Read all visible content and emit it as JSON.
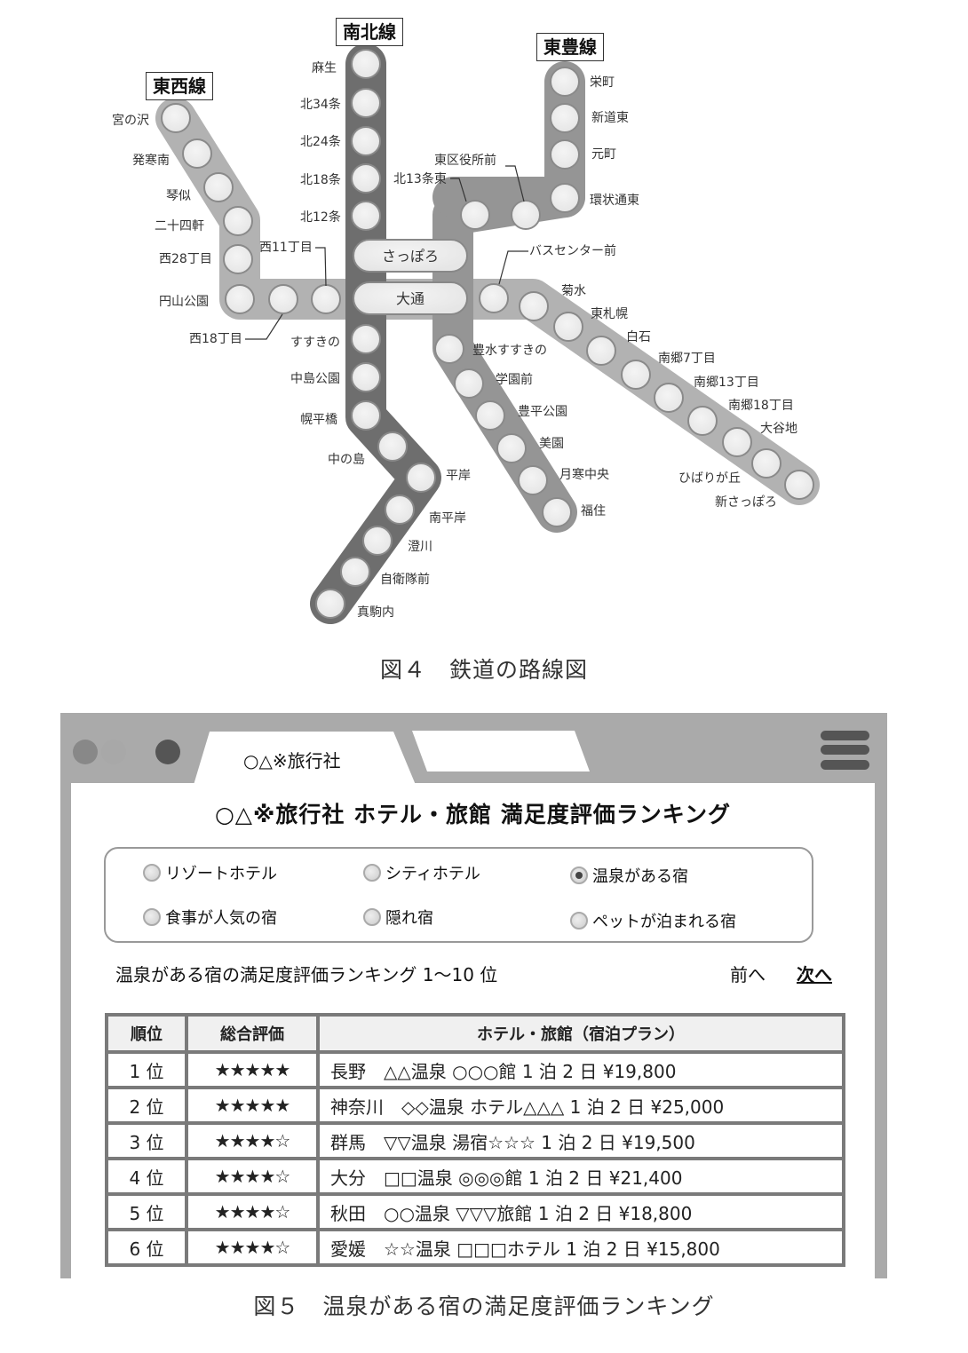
{
  "figure4": {
    "caption": "図４　鉄道の路線図",
    "lines": [
      {
        "name": "南北線",
        "color": "#6e6e6e",
        "stations": [
          "麻生",
          "北34条",
          "北24条",
          "北18条",
          "北12条",
          "さっぽろ",
          "大通",
          "すすきの",
          "中島公園",
          "幌平橋",
          "中の島",
          "平岸",
          "南平岸",
          "澄川",
          "自衛隊前",
          "真駒内"
        ]
      },
      {
        "name": "東西線",
        "color": "#b0b0b0",
        "stations": [
          "宮の沢",
          "発寒南",
          "琴似",
          "二十四軒",
          "西28丁目",
          "円山公園",
          "西18丁目",
          "西11丁目",
          "大通",
          "バスセンター前",
          "菊水",
          "東札幌",
          "白石",
          "南郷7丁目",
          "南郷13丁目",
          "南郷18丁目",
          "大谷地",
          "ひばりが丘",
          "新さっぽろ"
        ]
      },
      {
        "name": "東豊線",
        "color": "#959595",
        "stations": [
          "栄町",
          "新道東",
          "元町",
          "環状通東",
          "東区役所前",
          "北13条東",
          "さっぽろ",
          "大通",
          "豊水すすきの",
          "学園前",
          "豊平公園",
          "美園",
          "月寒中央",
          "福住"
        ]
      }
    ],
    "hubs": [
      "さっぽろ",
      "大通"
    ]
  },
  "figure5": {
    "caption": "図５　温泉がある宿の満足度評価ランキング",
    "browser": {
      "tab_active": "○△※旅行社",
      "tab_inactive": "",
      "window_dots": [
        "#888888",
        "#a8a8a8",
        "#555555"
      ]
    },
    "page": {
      "title": "○△※旅行社 ホテル・旅館 満足度評価ランキング",
      "categories": [
        {
          "label": "リゾートホテル",
          "selected": false
        },
        {
          "label": "シティホテル",
          "selected": false
        },
        {
          "label": "温泉がある宿",
          "selected": true
        },
        {
          "label": "食事が人気の宿",
          "selected": false
        },
        {
          "label": "隠れ宿",
          "selected": false
        },
        {
          "label": "ペットが泊まれる宿",
          "selected": false
        }
      ],
      "subtitle": "温泉がある宿の満足度評価ランキング 1～10 位",
      "prev_label": "前へ",
      "next_label": "次へ",
      "table": {
        "headers": [
          "順位",
          "総合評価",
          "ホテル・旅館（宿泊プラン）"
        ],
        "rows": [
          {
            "rank": "1 位",
            "stars": "★★★★★",
            "plan": "長野　△△温泉 ○○○館 1 泊 2 日 ¥19,800"
          },
          {
            "rank": "2 位",
            "stars": "★★★★★",
            "plan": "神奈川　◇◇温泉 ホテル△△△ 1 泊 2 日 ¥25,000"
          },
          {
            "rank": "3 位",
            "stars": "★★★★☆",
            "plan": "群馬　▽▽温泉 湯宿☆☆☆ 1 泊 2 日 ¥19,500"
          },
          {
            "rank": "4 位",
            "stars": "★★★★☆",
            "plan": "大分　□□温泉 ◎◎◎館 1 泊 2 日 ¥21,400"
          },
          {
            "rank": "5 位",
            "stars": "★★★★☆",
            "plan": "秋田　○○温泉 ▽▽▽旅館 1 泊 2 日 ¥18,800"
          },
          {
            "rank": "6 位",
            "stars": "★★★★☆",
            "plan": "愛媛　☆☆温泉 □□□ホテル 1 泊 2 日 ¥15,800"
          }
        ]
      }
    }
  }
}
